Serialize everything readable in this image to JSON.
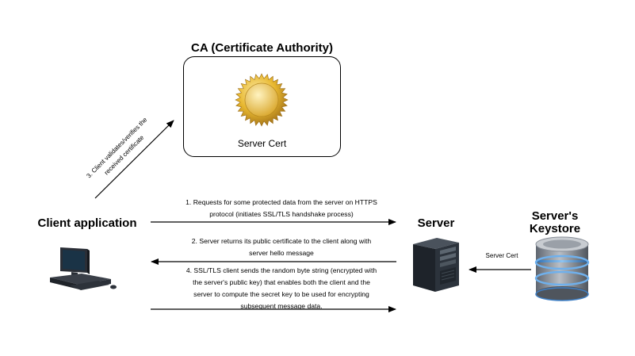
{
  "ca": {
    "title": "CA (Certificate Authority)",
    "cert_label": "Server Cert"
  },
  "client": {
    "title": "Client application"
  },
  "server": {
    "title": "Server"
  },
  "keystore": {
    "title_line1": "Server's",
    "title_line2": "Keystore",
    "arrow_label": "Server Cert"
  },
  "steps": {
    "step1_line1": "1. Requests for some protected data from the server on HTTPS",
    "step1_line2": "protocol (initiates SSL/TLS handshake process)",
    "step2_line1": "2. Server returns its public certificate to the client along with",
    "step2_line2": "server hello message",
    "step3_line1": "3. Client validates/verifies the",
    "step3_line2": "received certificate",
    "step4_line1": "4. SSL/TLS client sends the random byte string (encrypted with",
    "step4_line2": "the server's public key) that enables both the client and the",
    "step4_line3": "server to compute the secret key to be used for encrypting",
    "step4_line4": "subsequent message data."
  },
  "colors": {
    "gold": "#e8b830",
    "gold_light": "#f7df86",
    "server_dark": "#1e232a",
    "db_gray": "#8a9099",
    "db_blue": "#4a90d9"
  }
}
